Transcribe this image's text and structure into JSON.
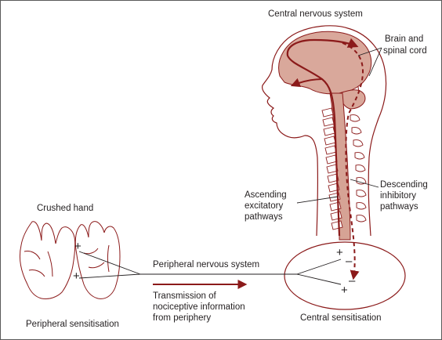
{
  "labels": {
    "cns_title": "Central nervous system",
    "brain_spinal_1": "Brain and",
    "brain_spinal_2": "spinal cord",
    "descending_1": "Descending",
    "descending_2": "inhibitory",
    "descending_3": "pathways",
    "ascending_1": "Ascending",
    "ascending_2": "excitatory",
    "ascending_3": "pathways",
    "crushed_hand": "Crushed hand",
    "pns": "Peripheral nervous system",
    "transmission_1": "Transmission of",
    "transmission_2": "nociceptive information",
    "transmission_3": "from periphery",
    "peripheral_sensitisation": "Peripheral sensitisation",
    "central_sensitisation": "Central sensitisation"
  },
  "signs": {
    "plus": "+",
    "minus": "–"
  },
  "colors": {
    "dark_red": "#8b1a1a",
    "brain_fill": "#d9a89b",
    "cord_fill": "#d6a395",
    "outline": "#8b1a1a",
    "text": "#231f20"
  }
}
